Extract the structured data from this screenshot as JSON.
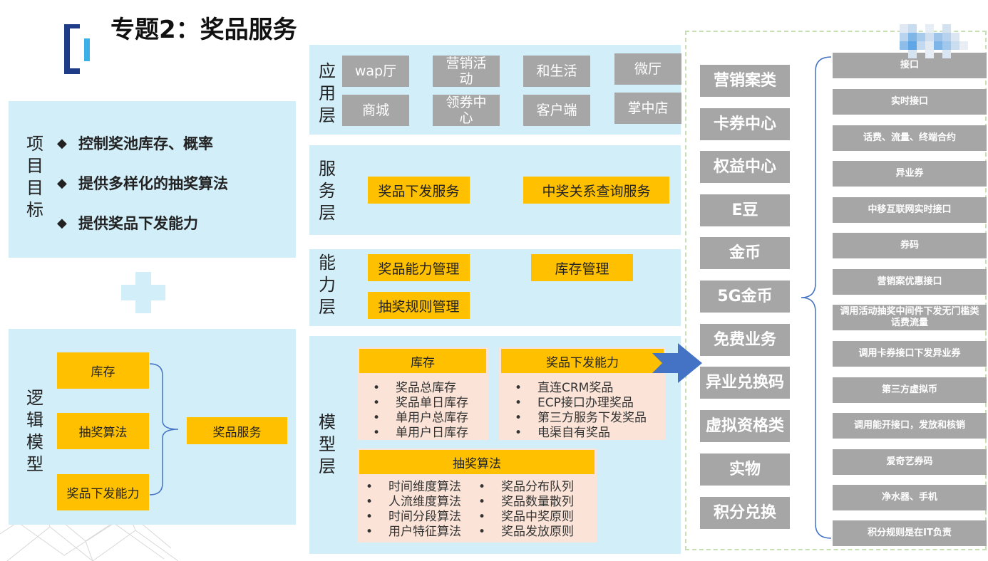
{
  "title": "专题2：奖品服务",
  "goals": {
    "label": "项目目标",
    "items": [
      "控制奖池库存、概率",
      "提供多样化的抽奖算法",
      "提供奖品下发能力"
    ]
  },
  "logic": {
    "label": "逻辑模型",
    "inputs": [
      "库存",
      "抽奖算法",
      "奖品下发能力"
    ],
    "output": "奖品服务"
  },
  "layers": {
    "app": {
      "label": "应用层",
      "items": [
        "wap厅",
        "营销活动",
        "和生活",
        "微厅",
        "商城",
        "领券中心",
        "客户端",
        "掌中店"
      ]
    },
    "service": {
      "label": "服务层",
      "items": [
        "奖品下发服务",
        "中奖关系查询服务"
      ]
    },
    "capability": {
      "label": "能力层",
      "items": [
        "奖品能力管理",
        "库存管理",
        "抽奖规则管理"
      ]
    },
    "model": {
      "label": "模型层",
      "stock": {
        "title": "库存",
        "items": [
          "奖品总库存",
          "奖品单日库存",
          "单用户总库存",
          "单用户日库存"
        ]
      },
      "delivery": {
        "title": "奖品下发能力",
        "items": [
          "直连CRM奖品",
          "ECP接口办理奖品",
          "第三方服务下发奖品",
          "电渠自有奖品"
        ]
      },
      "algorithm": {
        "title": "抽奖算法",
        "left": [
          "时间维度算法",
          "人流维度算法",
          "时间分段算法",
          "用户特征算法"
        ],
        "right": [
          "奖品分布队列",
          "奖品数量散列",
          "奖品中奖原则",
          "奖品发放原则"
        ]
      }
    }
  },
  "categories": [
    "营销案类",
    "卡券中心",
    "权益中心",
    "E豆",
    "金币",
    "5G金币",
    "免费业务",
    "异业兑换码",
    "虚拟资格类",
    "实物",
    "积分兑换"
  ],
  "interfaces": [
    "接口",
    "实时接口",
    "话费、流量、终端合约",
    "异业券",
    "中移互联网实时接口",
    "券码",
    "营销案优惠接口",
    "调用活动抽奖中间件下发无门槛类话费流量",
    "调用卡券接口下发异业券",
    "第三方虚拟币",
    "调用能开接口，发放和核销",
    "爱奇艺券码",
    "净水器、手机",
    "积分规则是在IT负责"
  ],
  "colors": {
    "panel": "#d2eef9",
    "orange": "#ffc000",
    "gray": "#a6a6a6",
    "peach": "#fbe4d7",
    "navy": "#1f3c88",
    "arrow": "#4472c4"
  }
}
